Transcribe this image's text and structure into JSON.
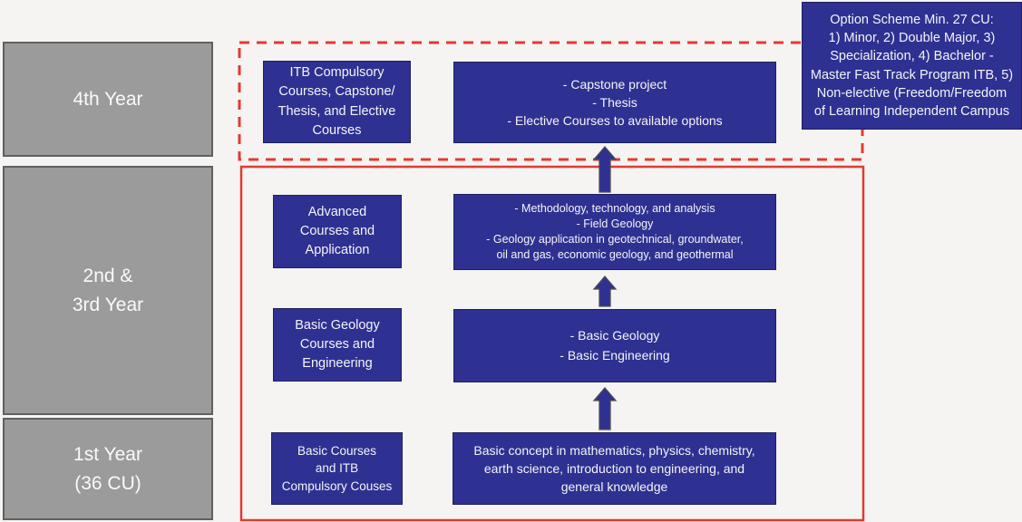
{
  "colors": {
    "background": "#f5f4f2",
    "box_blue": "#2e3191",
    "box_blue_border": "#20205c",
    "box_text": "#f4f4f7",
    "gray_box": "#9b9b9b",
    "gray_box_border": "#606060",
    "label_text": "#fafafa",
    "red": "#e23a31",
    "arrow_outline": "#4f4f4f"
  },
  "year_column": [
    {
      "label": "4th Year"
    },
    {
      "label": "2nd &\n3rd Year"
    },
    {
      "label": "1st Year\n(36 CU)"
    }
  ],
  "option_note": {
    "text": "Option Scheme Min. 27 CU:\n1) Minor, 2) Double Major, 3)\nSpecialization, 4) Bachelor -\nMaster Fast Track Program ITB, 5)\nNon-elective (Freedom/Freedom\nof Learning Independent Campus"
  },
  "curriculum": {
    "year4": {
      "summary": "ITB Compulsory\nCourses, Capstone/\nThesis, and Elective\nCourses",
      "detail": "- Capstone project\n- Thesis\n- Elective Courses to available options"
    },
    "year23_advanced": {
      "summary": "Advanced\nCourses and\nApplication",
      "detail": "- Methodology, technology, and analysis\n- Field Geology\n- Geology application in geotechnical, groundwater,\noil and gas, economic geology, and geothermal"
    },
    "year23_basic": {
      "summary": "Basic Geology\nCourses and\nEngineering",
      "detail": "- Basic Geology\n- Basic Engineering"
    },
    "year1": {
      "summary": "Basic Courses\nand ITB\nCompulsory Couses",
      "detail": "Basic concept in mathematics, physics, chemistry,\nearth science, introduction to engineering, and\ngeneral knowledge"
    }
  }
}
